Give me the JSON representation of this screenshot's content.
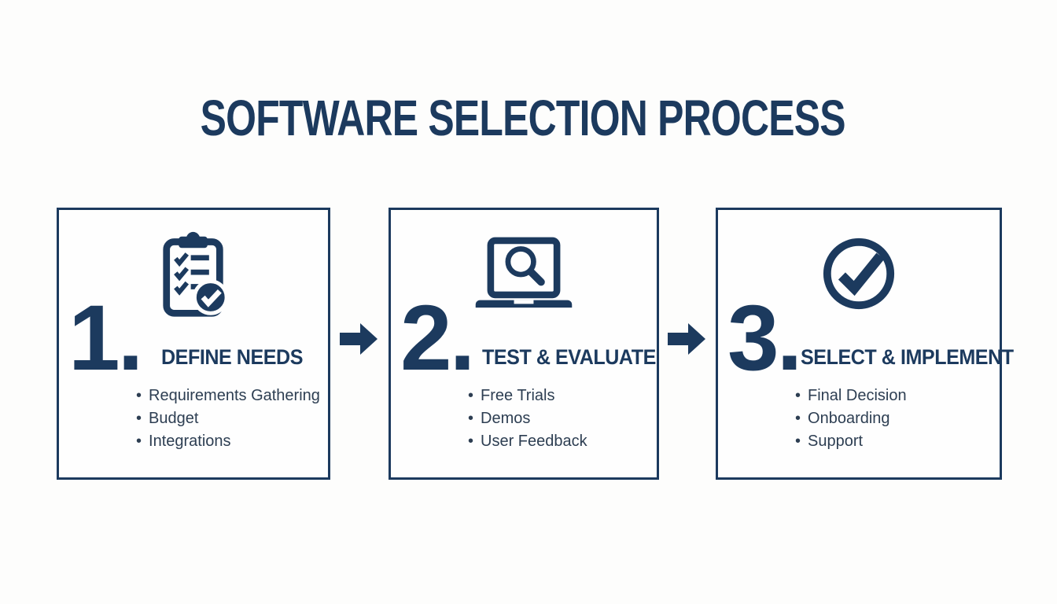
{
  "title": "SOFTWARE SELECTION PROCESS",
  "colors": {
    "navy": "#1c3a5e",
    "body_text": "#2d3e52",
    "background": "#fdfdfc",
    "box_background": "#fefefe"
  },
  "connector_icon": "arrow-right",
  "steps": [
    {
      "number": "1.",
      "icon": "clipboard-checklist",
      "heading": "DEFINE NEEDS",
      "items": [
        "Requirements Gathering",
        "Budget",
        "Integrations"
      ]
    },
    {
      "number": "2.",
      "icon": "laptop-search",
      "heading": "TEST & EVALUATE",
      "items": [
        "Free Trials",
        "Demos",
        "User Feedback"
      ]
    },
    {
      "number": "3.",
      "icon": "circle-check",
      "heading": "SELECT & IMPLEMENT",
      "items": [
        "Final Decision",
        "Onboarding",
        "Support"
      ]
    }
  ]
}
